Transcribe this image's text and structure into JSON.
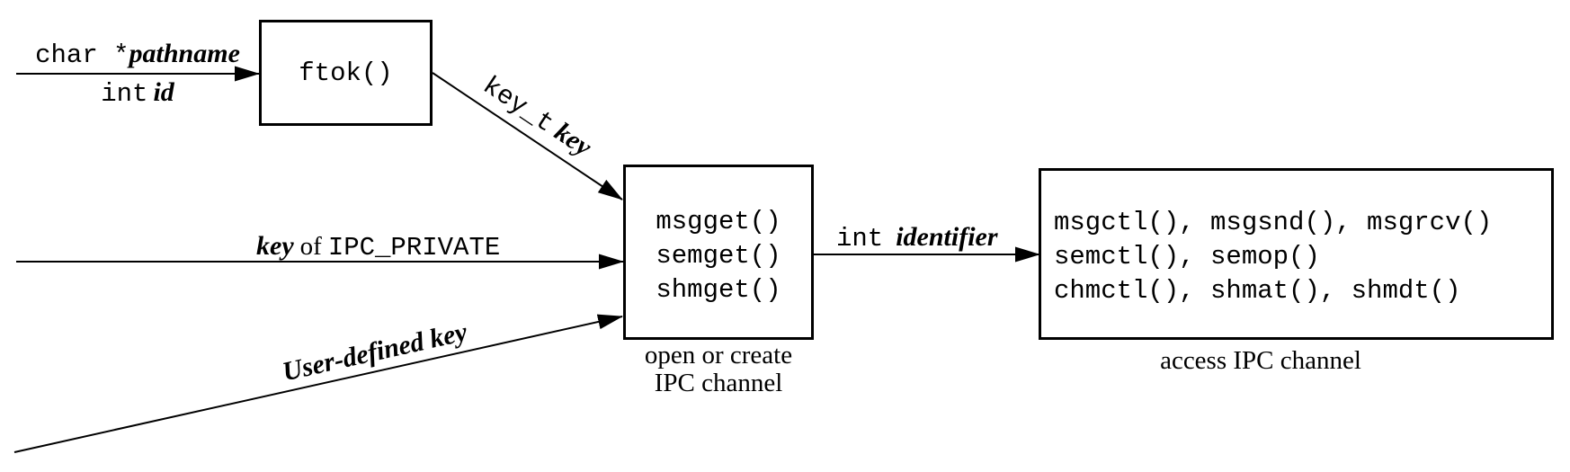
{
  "canvas": {
    "background": "#ffffff",
    "line_color": "#000000"
  },
  "ftok_box": {
    "label": "ftok()"
  },
  "open_create_box": {
    "functions": [
      "msgget()",
      "semget()",
      "shmget()"
    ],
    "caption_lines": [
      "open or create",
      "IPC channel"
    ]
  },
  "access_box": {
    "functions": [
      "msgctl(), msgsnd(), msgrcv()",
      "semctl(), semop()",
      "chmctl(), shmat(), shmdt()"
    ],
    "caption": "access IPC channel"
  },
  "arrow_labels": {
    "ftok_inputs": {
      "line1_type": "char *",
      "line1_var": "pathname",
      "line2_type": "int",
      "line2_var": "id"
    },
    "ftok_output": {
      "type": "key_t",
      "var": "key"
    },
    "private_key": {
      "var": "key",
      "connector": "of",
      "constant": "IPC_PRIVATE"
    },
    "user_key": {
      "label": "User-defined key"
    },
    "identifier": {
      "type": "int",
      "var": "identifier"
    }
  }
}
